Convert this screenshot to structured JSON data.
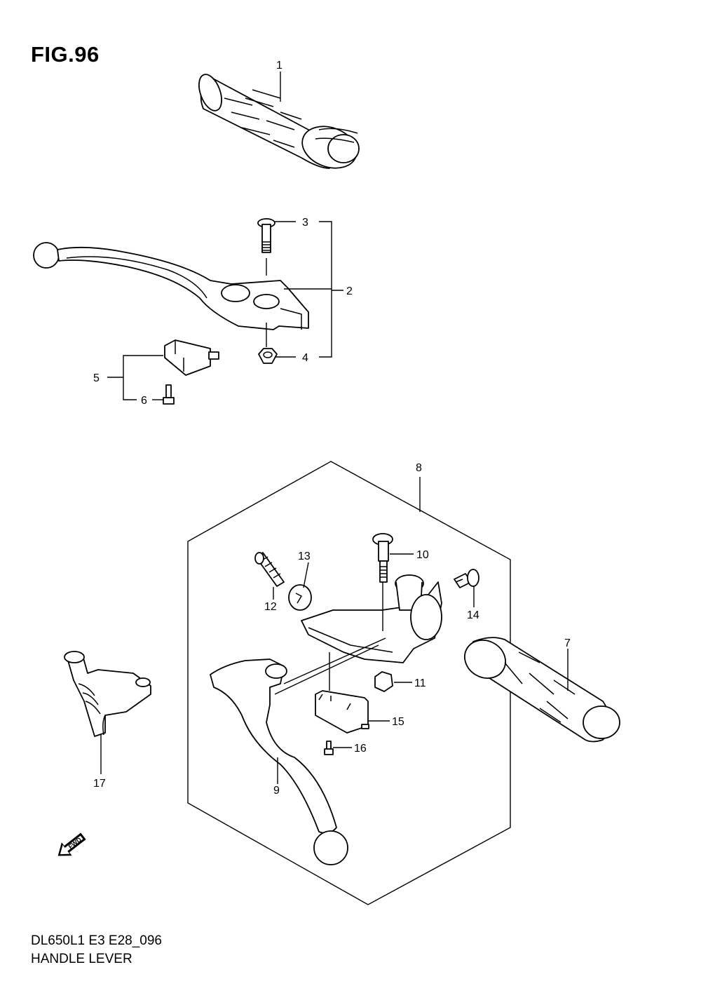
{
  "figure": {
    "title": "FIG.96",
    "model_code": "DL650L1 E3 E28_096",
    "name": "HANDLE LEVER",
    "fwd_label": "FWD"
  },
  "callouts": [
    {
      "id": "c1",
      "label": "1"
    },
    {
      "id": "c2",
      "label": "2"
    },
    {
      "id": "c3",
      "label": "3"
    },
    {
      "id": "c4",
      "label": "4"
    },
    {
      "id": "c5",
      "label": "5"
    },
    {
      "id": "c6",
      "label": "6"
    },
    {
      "id": "c7",
      "label": "7"
    },
    {
      "id": "c8",
      "label": "8"
    },
    {
      "id": "c9",
      "label": "9"
    },
    {
      "id": "c10",
      "label": "10"
    },
    {
      "id": "c11",
      "label": "11"
    },
    {
      "id": "c12",
      "label": "12"
    },
    {
      "id": "c13",
      "label": "13"
    },
    {
      "id": "c14",
      "label": "14"
    },
    {
      "id": "c15",
      "label": "15"
    },
    {
      "id": "c16",
      "label": "16"
    },
    {
      "id": "c17",
      "label": "17"
    }
  ]
}
